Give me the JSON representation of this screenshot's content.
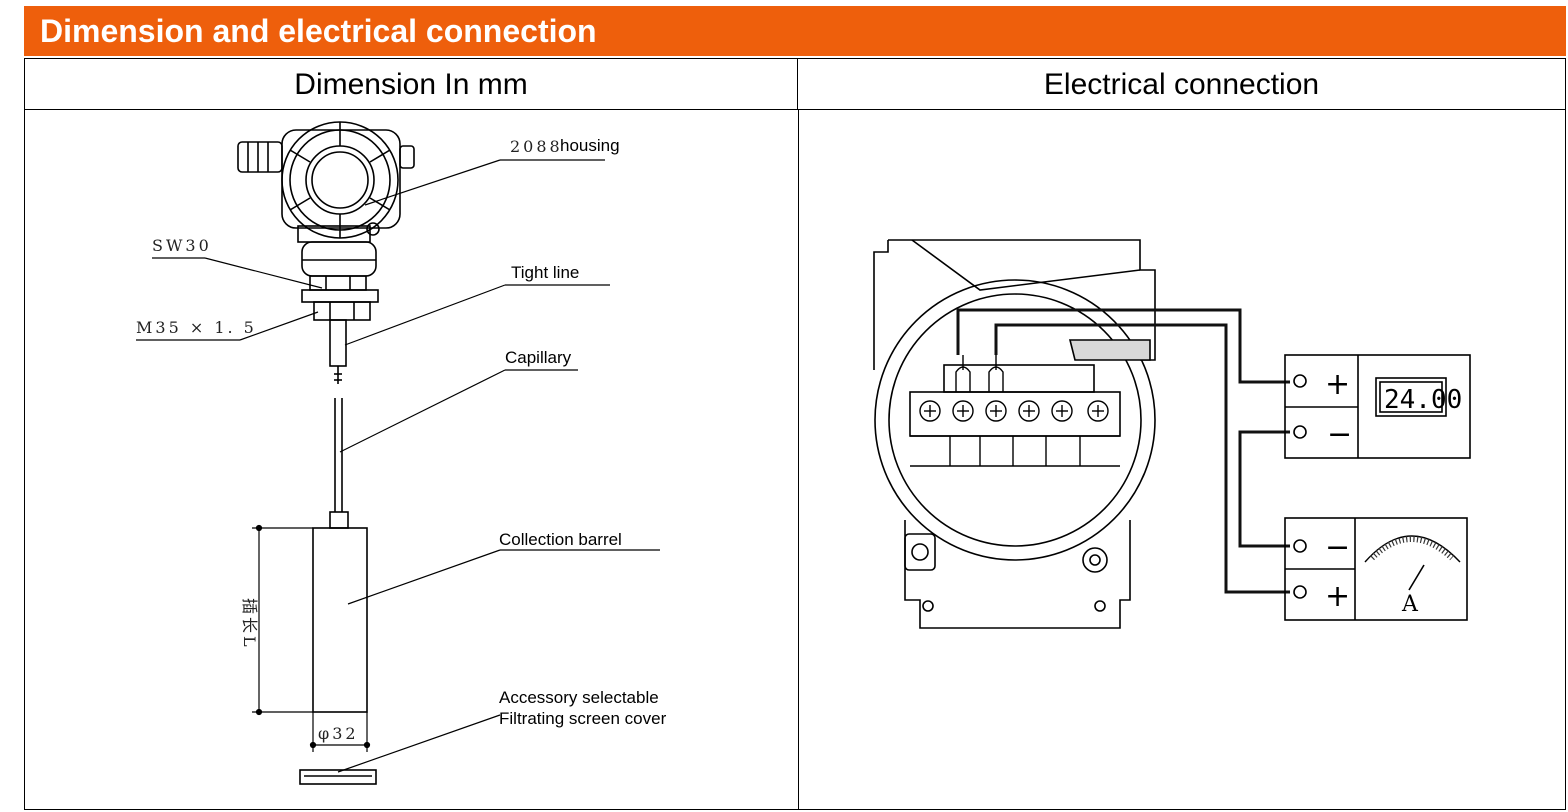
{
  "banner": {
    "title": "Dimension and electrical connection"
  },
  "columns": {
    "left_header": "Dimension In mm",
    "right_header": "Electrical connection"
  },
  "dimension": {
    "housing_code": "2088",
    "housing_label": "housing",
    "sw_label": "SW30",
    "thread_label": "M35 × 1. 5",
    "tight_line_label": "Tight line",
    "capillary_label": "Capillary",
    "barrel_label": "Collection barrel",
    "length_label": "插长L",
    "diameter_label": "φ32",
    "accessory_label": "Accessory selectable",
    "filter_label": "Filtrating screen cover"
  },
  "electrical": {
    "meter_reading": "24.00",
    "plus_sign": "+",
    "minus_sign": "−",
    "ammeter_unit": "A"
  }
}
